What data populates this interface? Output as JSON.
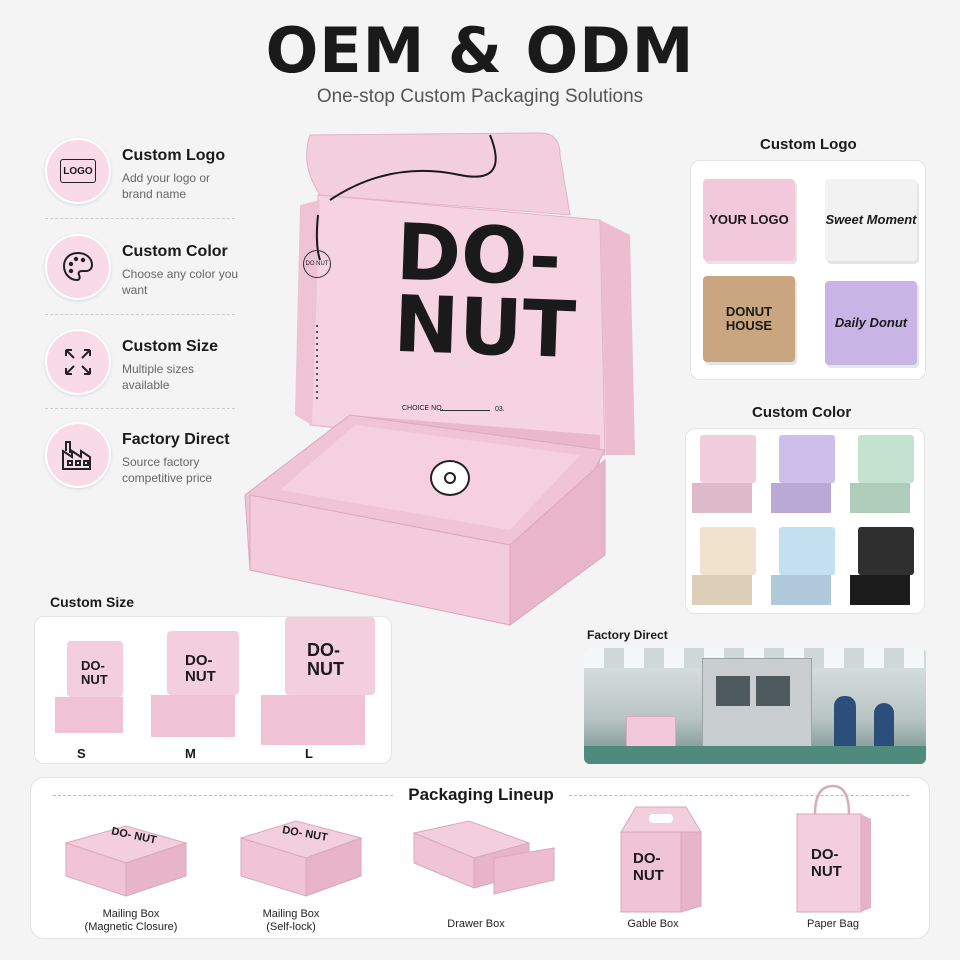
{
  "header": {
    "title": "OEM & ODM",
    "subtitle": "One-stop Custom Packaging Solutions"
  },
  "features": [
    {
      "title": "Custom Logo",
      "desc": "Add your logo or brand name",
      "icon": "logo-icon",
      "icon_text": "LOGO"
    },
    {
      "title": "Custom Color",
      "desc": "Choose any color you want",
      "icon": "palette-icon"
    },
    {
      "title": "Custom Size",
      "desc": "Multiple sizes available",
      "icon": "resize-arrows-icon"
    },
    {
      "title": "Factory Direct",
      "desc": "Source factory competitive price",
      "icon": "factory-icon"
    }
  ],
  "hero_box": {
    "line1": "DO-",
    "line2": "NUT",
    "choice_label": "CHOICE NO.",
    "choice_value": "03.",
    "side_mark": "DO NUT"
  },
  "custom_logo": {
    "label": "Custom Logo",
    "boxes": [
      {
        "text": "YOUR LOGO",
        "color": "#f1c9da"
      },
      {
        "text": "Sweet Moment",
        "color": "#f2f2f2"
      },
      {
        "text": "DONUT HOUSE",
        "color": "#c9a67f"
      },
      {
        "text": "Daily Donut",
        "color": "#c8b5e6"
      }
    ]
  },
  "custom_color": {
    "label": "Custom Color",
    "colors": [
      "#f1c9da",
      "#cbb8e8",
      "#bfdfcc",
      "#efe0c8",
      "#bfdcee",
      "#1d1d1d"
    ]
  },
  "custom_size": {
    "label": "Custom Size",
    "sizes": [
      "S",
      "M",
      "L"
    ],
    "box_line1": "DO-",
    "box_line2": "NUT"
  },
  "factory": {
    "label": "Factory Direct"
  },
  "lineup": {
    "label": "Packaging Lineup",
    "items": [
      {
        "name": "Mailing Box\n(Magnetic Closure)",
        "print": "DO- NUT"
      },
      {
        "name": "Mailing Box\n(Self-lock)",
        "print": "DO- NUT"
      },
      {
        "name": "Drawer Box",
        "print": ""
      },
      {
        "name": "Gable Box",
        "print": "DO- NUT"
      },
      {
        "name": "Paper Bag",
        "print": "DO- NUT"
      }
    ]
  },
  "colors": {
    "accent_pink": "#f1c9da",
    "ink": "#1a1a1a"
  }
}
